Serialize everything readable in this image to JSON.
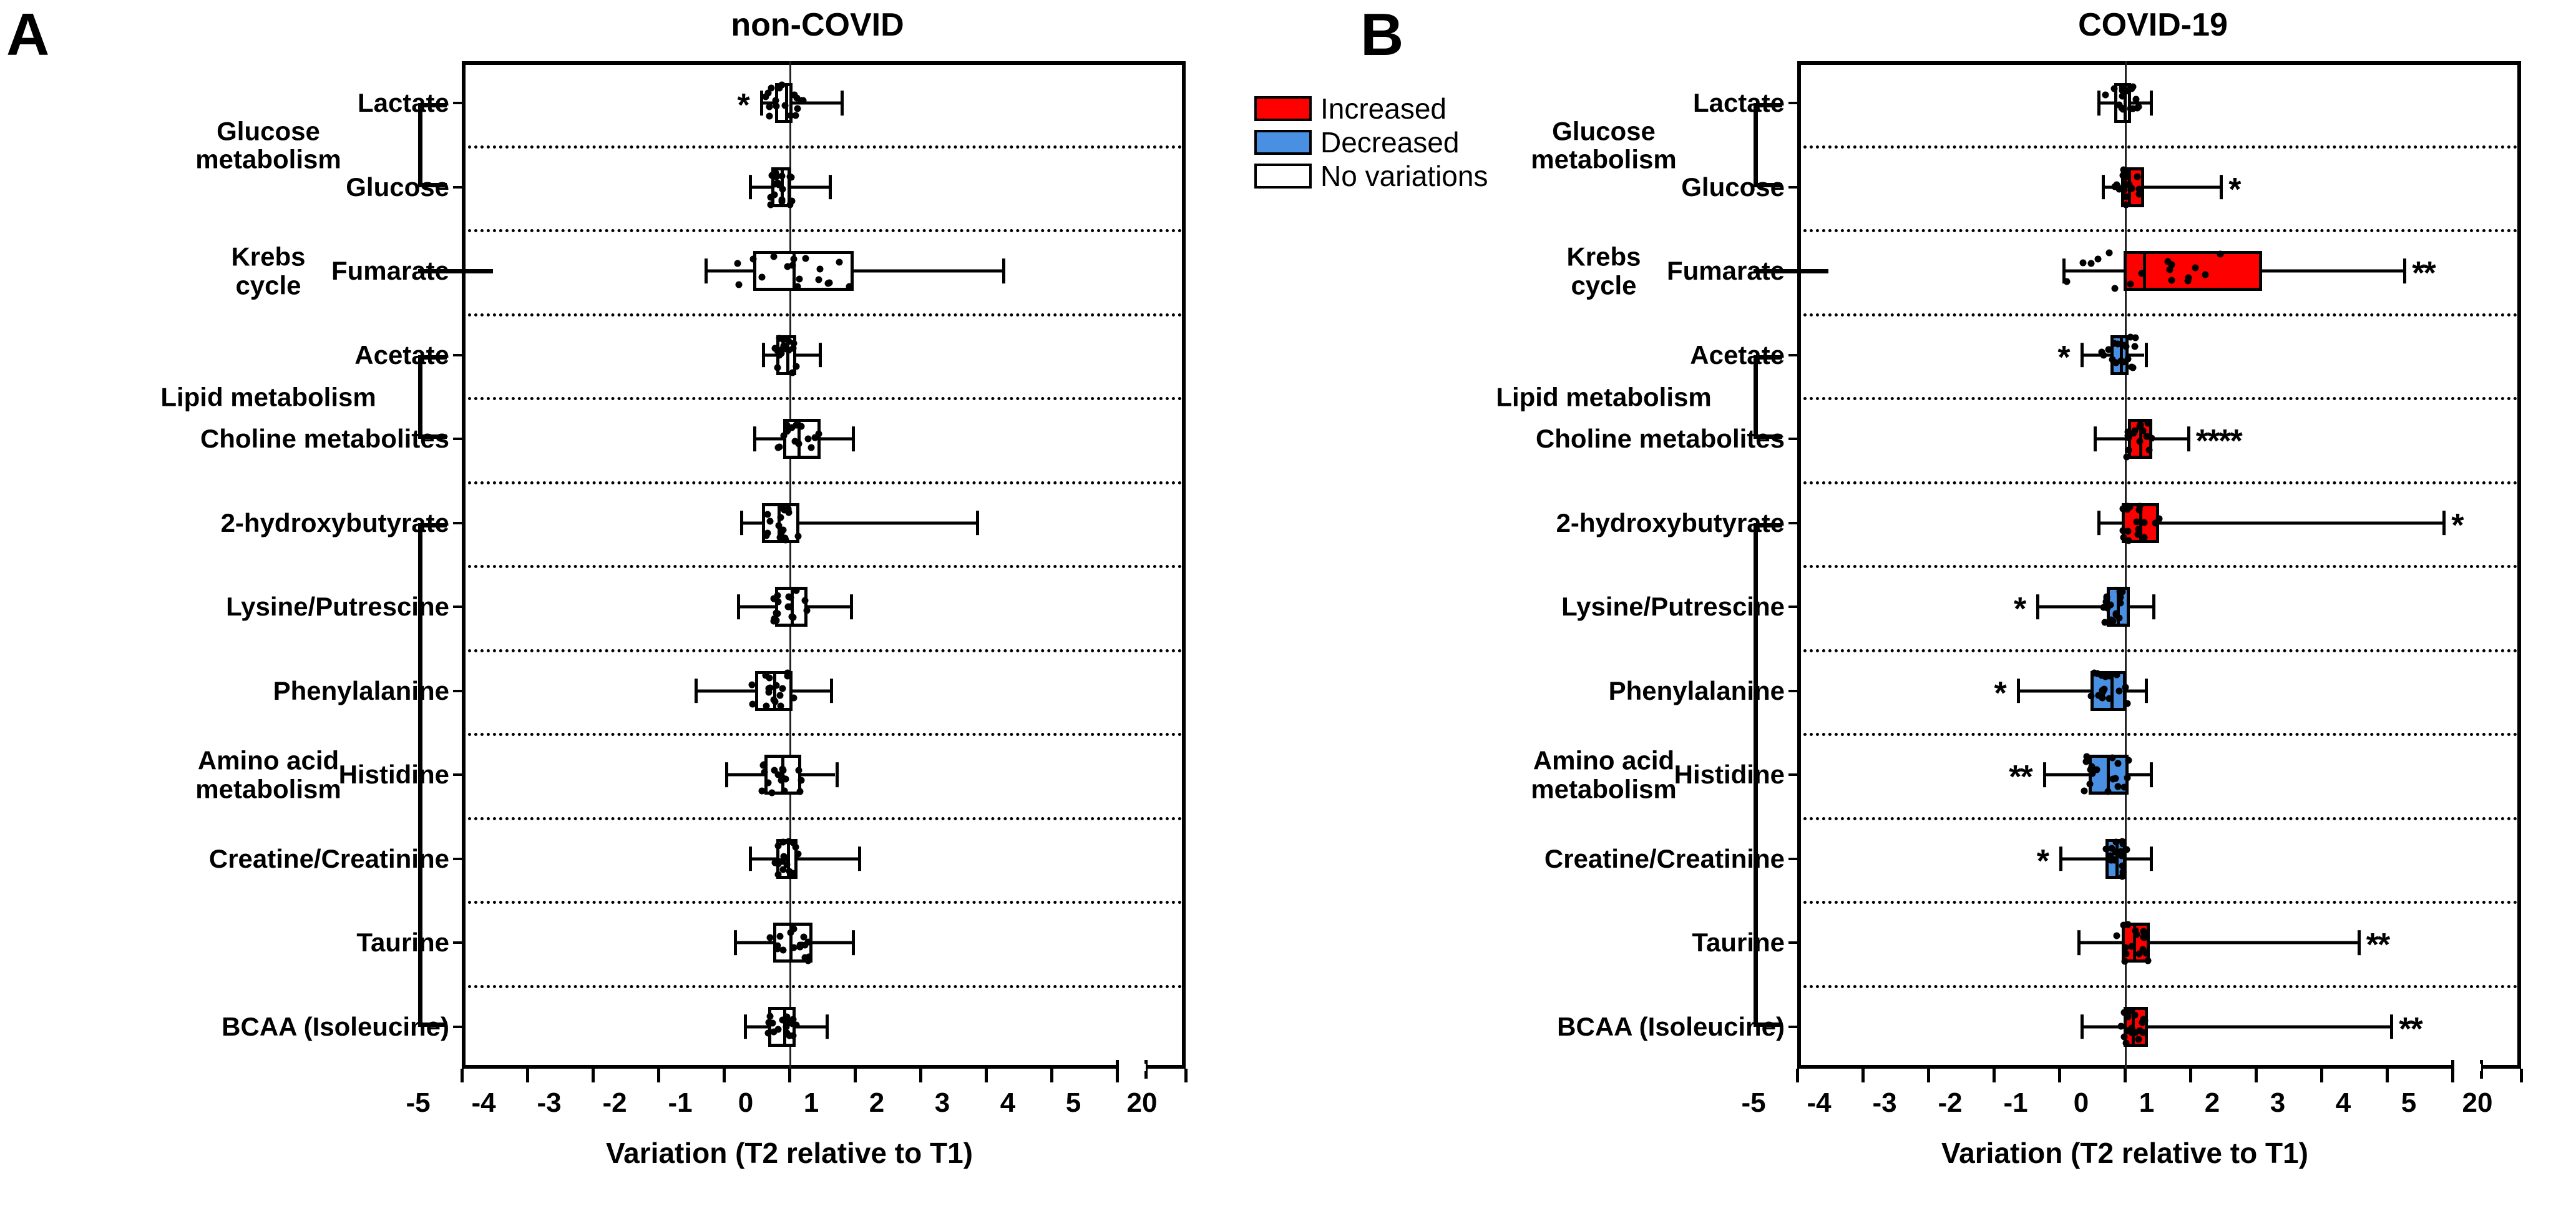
{
  "figure": {
    "panels": [
      {
        "letter": "A",
        "title": "non-COVID"
      },
      {
        "letter": "B",
        "title": "COVID-19"
      }
    ],
    "legend": {
      "items": [
        {
          "label": "Increased",
          "color": "#FF0000"
        },
        {
          "label": "Decreased",
          "color": "#4A90E2"
        },
        {
          "label": "No variations",
          "color": "#FFFFFF"
        }
      ]
    },
    "axis": {
      "title": "Variation (T2 relative to T1)",
      "tick_labels": [
        "-5",
        "-4",
        "-3",
        "-2",
        "-1",
        "0",
        "1",
        "2",
        "3",
        "4",
        "5",
        "20"
      ],
      "tick_values": [
        -5,
        -4,
        -3,
        -2,
        -1,
        0,
        1,
        2,
        3,
        4,
        5,
        20
      ],
      "break_after": 5,
      "xlim": [
        -5,
        20
      ]
    },
    "categories": [
      "Lactate",
      "Glucose",
      "Fumarate",
      "Acetate",
      "Choline metabolites",
      "2-hydroxybutyrate",
      "Lysine/Putrescine",
      "Phenylalanine",
      "Histidine",
      "Creatine/Creatinine",
      "Taurine",
      "BCAA (Isoleucine)"
    ],
    "groups": [
      {
        "label": "Glucose\nmetabolism",
        "members": [
          "Lactate",
          "Glucose"
        ],
        "bracket": "square"
      },
      {
        "label": "Krebs\ncycle",
        "members": [
          "Fumarate"
        ],
        "bracket": "line"
      },
      {
        "label": "Lipid metabolism",
        "members": [
          "Acetate",
          "Choline metabolites"
        ],
        "bracket": "square"
      },
      {
        "label": "Amino acid\nmetabolism",
        "members": [
          "2-hydroxybutyrate",
          "Lysine/Putrescine",
          "Phenylalanine",
          "Histidine",
          "Creatine/Creatinine",
          "Taurine",
          "BCAA (Isoleucine)"
        ],
        "bracket": "square"
      }
    ]
  },
  "chart_data": [
    {
      "type": "box",
      "panel": "A",
      "title": "non-COVID",
      "xlabel": "Variation (T2 relative to T1)",
      "ylabel": "",
      "xlim": [
        -5,
        20
      ],
      "grid": "dotted-horizontal",
      "legend_position": "center-top",
      "categories": [
        "Lactate",
        "Glucose",
        "Fumarate",
        "Acetate",
        "Choline metabolites",
        "2-hydroxybutyrate",
        "Lysine/Putrescine",
        "Phenylalanine",
        "Histidine",
        "Creatine/Creatinine",
        "Taurine",
        "BCAA (Isoleucine)"
      ],
      "boxes": [
        {
          "name": "Lactate",
          "fill": "No variations",
          "q1": -0.22,
          "median": -0.07,
          "q3": 0.05,
          "low": -0.45,
          "high": 0.78,
          "sig": "*",
          "sig_side": "left"
        },
        {
          "name": "Glucose",
          "fill": "No variations",
          "q1": -0.28,
          "median": -0.13,
          "q3": 0.02,
          "low": -0.62,
          "high": 0.6,
          "sig": "",
          "sig_side": ""
        },
        {
          "name": "Fumarate",
          "fill": "No variations",
          "q1": -0.55,
          "median": 0.05,
          "q3": 0.98,
          "low": -1.3,
          "high": 3.25,
          "sig": "",
          "sig_side": ""
        },
        {
          "name": "Acetate",
          "fill": "No variations",
          "q1": -0.2,
          "median": -0.05,
          "q3": 0.1,
          "low": -0.42,
          "high": 0.45,
          "sig": "",
          "sig_side": ""
        },
        {
          "name": "Choline metabolites",
          "fill": "No variations",
          "q1": -0.1,
          "median": 0.12,
          "q3": 0.48,
          "low": -0.55,
          "high": 0.95,
          "sig": "",
          "sig_side": ""
        },
        {
          "name": "2-hydroxybutyrate",
          "fill": "No variations",
          "q1": -0.42,
          "median": -0.18,
          "q3": 0.15,
          "low": -0.75,
          "high": 2.85,
          "sig": "",
          "sig_side": ""
        },
        {
          "name": "Lysine/Putrescine",
          "fill": "No variations",
          "q1": -0.22,
          "median": 0.02,
          "q3": 0.28,
          "low": -0.8,
          "high": 0.92,
          "sig": "",
          "sig_side": ""
        },
        {
          "name": "Phenylalanine",
          "fill": "No variations",
          "q1": -0.52,
          "median": -0.25,
          "q3": 0.05,
          "low": -1.45,
          "high": 0.62,
          "sig": "",
          "sig_side": ""
        },
        {
          "name": "Histidine",
          "fill": "No variations",
          "q1": -0.38,
          "median": -0.12,
          "q3": 0.18,
          "low": -0.98,
          "high": 0.7,
          "sig": "",
          "sig_side": ""
        },
        {
          "name": "Creatine/Creatinine",
          "fill": "No variations",
          "q1": -0.2,
          "median": -0.04,
          "q3": 0.12,
          "low": -0.62,
          "high": 1.05,
          "sig": "",
          "sig_side": ""
        },
        {
          "name": "Taurine",
          "fill": "No variations",
          "q1": -0.25,
          "median": 0.0,
          "q3": 0.35,
          "low": -0.85,
          "high": 0.95,
          "sig": "",
          "sig_side": ""
        },
        {
          "name": "BCAA (Isoleucine)",
          "fill": "No variations",
          "q1": -0.32,
          "median": -0.1,
          "q3": 0.1,
          "low": -0.7,
          "high": 0.55,
          "sig": "",
          "sig_side": ""
        }
      ]
    },
    {
      "type": "box",
      "panel": "B",
      "title": "COVID-19",
      "xlabel": "Variation (T2 relative to T1)",
      "ylabel": "",
      "xlim": [
        -5,
        20
      ],
      "grid": "dotted-horizontal",
      "legend_position": "none",
      "categories": [
        "Lactate",
        "Glucose",
        "Fumarate",
        "Acetate",
        "Choline metabolites",
        "2-hydroxybutyrate",
        "Lysine/Putrescine",
        "Phenylalanine",
        "Histidine",
        "Creatine/Creatinine",
        "Taurine",
        "BCAA (Isoleucine)"
      ],
      "boxes": [
        {
          "name": "Lactate",
          "fill": "No variations",
          "q1": -0.16,
          "median": -0.02,
          "q3": 0.1,
          "low": -0.42,
          "high": 0.38,
          "sig": "",
          "sig_side": ""
        },
        {
          "name": "Glucose",
          "fill": "Increased",
          "q1": -0.06,
          "median": 0.05,
          "q3": 0.3,
          "low": -0.35,
          "high": 1.45,
          "sig": "*",
          "sig_side": "right"
        },
        {
          "name": "Fumarate",
          "fill": "Increased",
          "q1": -0.02,
          "median": 0.28,
          "q3": 2.1,
          "low": -0.95,
          "high": 4.25,
          "sig": "**",
          "sig_side": "right"
        },
        {
          "name": "Acetate",
          "fill": "Decreased",
          "q1": -0.22,
          "median": -0.08,
          "q3": 0.06,
          "low": -0.68,
          "high": 0.3,
          "sig": "*",
          "sig_side": "left"
        },
        {
          "name": "Choline metabolites",
          "fill": "Increased",
          "q1": 0.05,
          "median": 0.22,
          "q3": 0.42,
          "low": -0.48,
          "high": 0.95,
          "sig": "****",
          "sig_side": "right"
        },
        {
          "name": "2-hydroxybutyrate",
          "fill": "Increased",
          "q1": -0.05,
          "median": 0.22,
          "q3": 0.52,
          "low": -0.42,
          "high": 4.85,
          "sig": "*",
          "sig_side": "right"
        },
        {
          "name": "Lysine/Putrescine",
          "fill": "Decreased",
          "q1": -0.28,
          "median": -0.12,
          "q3": 0.08,
          "low": -1.35,
          "high": 0.42,
          "sig": "*",
          "sig_side": "left"
        },
        {
          "name": "Phenylalanine",
          "fill": "Decreased",
          "q1": -0.52,
          "median": -0.22,
          "q3": 0.02,
          "low": -1.65,
          "high": 0.3,
          "sig": "*",
          "sig_side": "left"
        },
        {
          "name": "Histidine",
          "fill": "Decreased",
          "q1": -0.55,
          "median": -0.28,
          "q3": 0.06,
          "low": -1.25,
          "high": 0.38,
          "sig": "**",
          "sig_side": "left"
        },
        {
          "name": "Creatine/Creatinine",
          "fill": "Decreased",
          "q1": -0.3,
          "median": -0.14,
          "q3": 0.02,
          "low": -1.0,
          "high": 0.38,
          "sig": "*",
          "sig_side": "left"
        },
        {
          "name": "Taurine",
          "fill": "Increased",
          "q1": -0.05,
          "median": 0.12,
          "q3": 0.38,
          "low": -0.72,
          "high": 3.55,
          "sig": "**",
          "sig_side": "right"
        },
        {
          "name": "BCAA (Isoleucine)",
          "fill": "Increased",
          "q1": -0.02,
          "median": 0.1,
          "q3": 0.35,
          "low": -0.68,
          "high": 4.05,
          "sig": "**",
          "sig_side": "right"
        }
      ]
    }
  ]
}
